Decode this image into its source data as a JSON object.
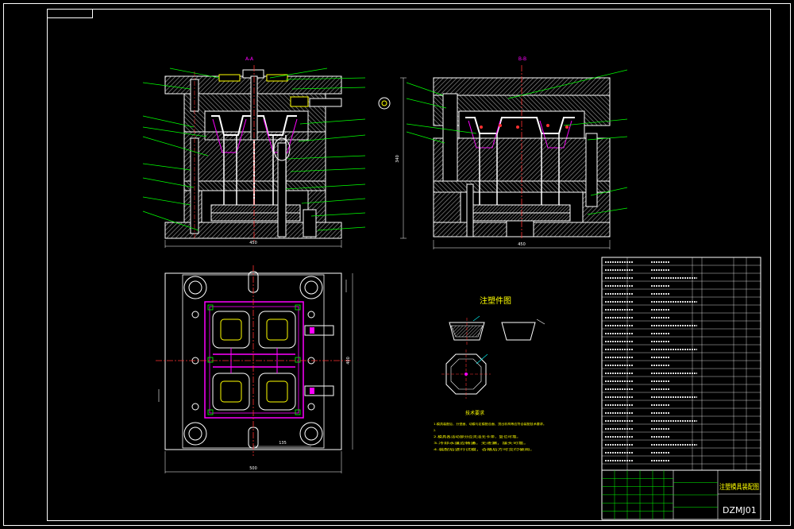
{
  "sheet": {
    "background": "#000000",
    "line_color": "#ffffff",
    "hatch_color": "#808080",
    "leader_color": "#00ff00",
    "centerline_color": "#ff3030",
    "cavity_color": "#ff00ff",
    "accent_yellow": "#ffff00",
    "accent_cyan": "#00ffff"
  },
  "views": {
    "section_a_label": "A-A",
    "section_b_label": "B-B",
    "width_dim_a": "450",
    "width_dim_b": "450",
    "height_dim": "340",
    "plan_width_dim": "500",
    "plan_sub_dim": "135",
    "plan_height_dim": "400"
  },
  "part_drawing": {
    "title": "注塑件图"
  },
  "notes": {
    "title": "技术要求",
    "lines": [
      "1.模具装配后，分型面、动模与定模配合面、顶出机构等应符合装配技术要求。",
      "2.",
      "2.模具各活动部分应灵活无卡滞，复位可靠。",
      "3.冷却水道应畅通，无泄漏，接头可靠。",
      "4.装配后进行试模，合格后方可交付使用。"
    ]
  },
  "title_block": {
    "drawing_title": "注塑模具装配图",
    "drawing_number": "DZMJ01"
  }
}
